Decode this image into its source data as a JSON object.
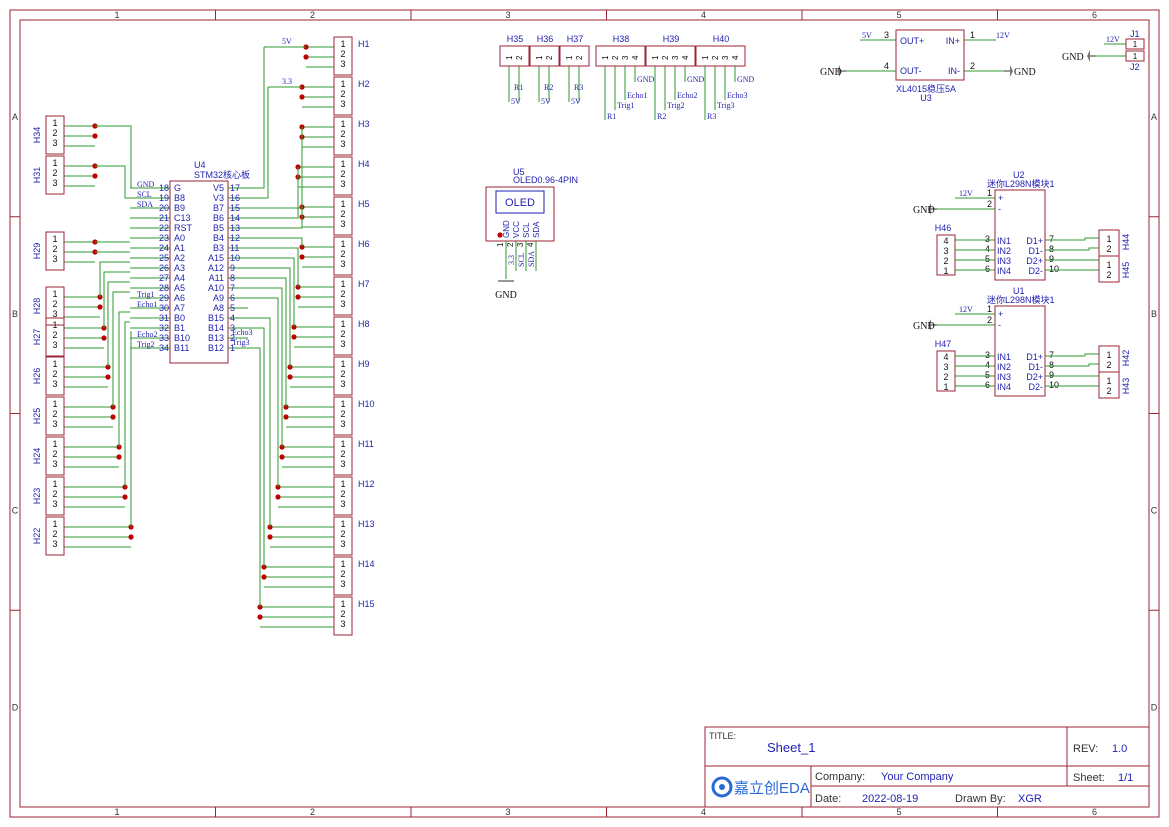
{
  "frame": {
    "col_labels": [
      "1",
      "2",
      "3",
      "4",
      "5",
      "6"
    ],
    "row_labels": [
      "A",
      "B",
      "C",
      "D"
    ],
    "border_color": "#9b2335",
    "wire_color": "#2e9b2e",
    "part_color": "#9b2335",
    "text_color": "#1f1fb0"
  },
  "title_block": {
    "title_label": "TITLE:",
    "title_value": "Sheet_1",
    "rev_label": "REV:",
    "rev_value": "1.0",
    "company_label": "Company:",
    "company_value": "Your Company",
    "sheet_label": "Sheet:",
    "sheet_value": "1/1",
    "date_label": "Date:",
    "date_value": "2022-08-19",
    "drawn_label": "Drawn By:",
    "drawn_value": "XGR",
    "logo_text": "嘉立创EDA"
  },
  "mcu": {
    "ref": "U4",
    "name": "STM32核心板",
    "left_pins": [
      {
        "num": "18",
        "name": "G",
        "net": "GND"
      },
      {
        "num": "19",
        "name": "B8",
        "net": "SCL"
      },
      {
        "num": "20",
        "name": "B9",
        "net": "SDA"
      },
      {
        "num": "21",
        "name": "C13",
        "net": ""
      },
      {
        "num": "22",
        "name": "RST",
        "net": ""
      },
      {
        "num": "23",
        "name": "A0",
        "net": ""
      },
      {
        "num": "24",
        "name": "A1",
        "net": ""
      },
      {
        "num": "25",
        "name": "A2",
        "net": ""
      },
      {
        "num": "26",
        "name": "A3",
        "net": ""
      },
      {
        "num": "27",
        "name": "A4",
        "net": ""
      },
      {
        "num": "28",
        "name": "A5",
        "net": ""
      },
      {
        "num": "29",
        "name": "A6",
        "net": "Trig1"
      },
      {
        "num": "30",
        "name": "A7",
        "net": "Echo1"
      },
      {
        "num": "31",
        "name": "B0",
        "net": ""
      },
      {
        "num": "32",
        "name": "B1",
        "net": ""
      },
      {
        "num": "33",
        "name": "B10",
        "net": "Echo2"
      },
      {
        "num": "34",
        "name": "B11",
        "net": "Trig2"
      }
    ],
    "right_pins": [
      {
        "num": "17",
        "name": "V5",
        "net": ""
      },
      {
        "num": "16",
        "name": "V3",
        "net": ""
      },
      {
        "num": "15",
        "name": "B7",
        "net": ""
      },
      {
        "num": "14",
        "name": "B6",
        "net": ""
      },
      {
        "num": "13",
        "name": "B5",
        "net": ""
      },
      {
        "num": "12",
        "name": "B4",
        "net": ""
      },
      {
        "num": "11",
        "name": "B3",
        "net": ""
      },
      {
        "num": "10",
        "name": "A15",
        "net": ""
      },
      {
        "num": "9",
        "name": "A12",
        "net": ""
      },
      {
        "num": "8",
        "name": "A11",
        "net": ""
      },
      {
        "num": "7",
        "name": "A10",
        "net": ""
      },
      {
        "num": "6",
        "name": "A9",
        "net": ""
      },
      {
        "num": "5",
        "name": "A8",
        "net": ""
      },
      {
        "num": "4",
        "name": "B15",
        "net": ""
      },
      {
        "num": "3",
        "name": "B14",
        "net": "Echo3"
      },
      {
        "num": "2",
        "name": "B13",
        "net": "Trig3"
      },
      {
        "num": "1",
        "name": "B12",
        "net": ""
      }
    ]
  },
  "left_headers": [
    "H34",
    "H31",
    "H29",
    "H28",
    "H27",
    "H26",
    "H25",
    "H24",
    "H23",
    "H22"
  ],
  "right_headers": [
    "H1",
    "H2",
    "H3",
    "H4",
    "H5",
    "H6",
    "H7",
    "H8",
    "H9",
    "H10",
    "H11",
    "H12",
    "H13",
    "H14",
    "H15"
  ],
  "power_labels": {
    "h1": "5V",
    "h2": "3.3"
  },
  "pin_numbers": [
    "1",
    "2",
    "3"
  ],
  "top_headers": {
    "small": [
      {
        "ref": "H35",
        "pins": [
          "1",
          "2"
        ],
        "nets": [
          "R1",
          "5V"
        ]
      },
      {
        "ref": "H36",
        "pins": [
          "1",
          "2"
        ],
        "nets": [
          "R2",
          "5V"
        ]
      },
      {
        "ref": "H37",
        "pins": [
          "1",
          "2"
        ],
        "nets": [
          "R3",
          "5V"
        ]
      }
    ],
    "quad": [
      {
        "ref": "H38",
        "pins": [
          "1",
          "2",
          "3",
          "4"
        ],
        "nets": [
          "R1",
          "Trig1",
          "Echo1",
          "GND"
        ]
      },
      {
        "ref": "H39",
        "pins": [
          "1",
          "2",
          "3",
          "4"
        ],
        "nets": [
          "R2",
          "Trig2",
          "Echo2",
          "GND"
        ]
      },
      {
        "ref": "H40",
        "pins": [
          "1",
          "2",
          "3",
          "4"
        ],
        "nets": [
          "R3",
          "Trig3",
          "Echo3",
          "GND"
        ]
      }
    ]
  },
  "oled": {
    "ref": "U5",
    "name": "OLED0.96-4PIN",
    "screen": "OLED",
    "pins": [
      "GND",
      "VCC",
      "SCL",
      "SDA"
    ],
    "pin_nums": [
      "1",
      "2",
      "3",
      "4"
    ],
    "nets": [
      "3.3",
      "SCL",
      "SDA"
    ],
    "gnd": "GND"
  },
  "regulator": {
    "ref": "U3",
    "name": "XL4015稳压5A",
    "pins": [
      {
        "num": "3",
        "name": "OUT+",
        "net": "5V"
      },
      {
        "num": "4",
        "name": "OUT-",
        "net": "GND"
      },
      {
        "num": "1",
        "name": "IN+",
        "net": "12V"
      },
      {
        "num": "2",
        "name": "IN-",
        "net": "GND"
      }
    ]
  },
  "jack": {
    "refs": [
      "J1",
      "J2"
    ],
    "pins": [
      "1",
      "1"
    ],
    "net": "12V",
    "gnd": "GND"
  },
  "drivers": [
    {
      "ref": "U2",
      "name": "迷你L298N模块1",
      "header": "H46",
      "out_a": "H44",
      "out_b": "H45",
      "power_pins": [
        {
          "num": "1",
          "name": "+",
          "net": "12V"
        },
        {
          "num": "2",
          "name": "-",
          "net": "GND"
        }
      ],
      "in_pins": [
        {
          "num": "3",
          "name": "IN1"
        },
        {
          "num": "4",
          "name": "IN2"
        },
        {
          "num": "5",
          "name": "IN3"
        },
        {
          "num": "6",
          "name": "IN4"
        }
      ],
      "out_pins": [
        {
          "num": "7",
          "name": "D1+"
        },
        {
          "num": "8",
          "name": "D1-"
        },
        {
          "num": "9",
          "name": "D2+"
        },
        {
          "num": "10",
          "name": "D2-"
        }
      ],
      "header_pins": [
        "4",
        "3",
        "2",
        "1"
      ]
    },
    {
      "ref": "U1",
      "name": "迷你L298N模块1",
      "header": "H47",
      "out_a": "H42",
      "out_b": "H43",
      "power_pins": [
        {
          "num": "1",
          "name": "+",
          "net": "12V"
        },
        {
          "num": "2",
          "name": "-",
          "net": "GND"
        }
      ],
      "in_pins": [
        {
          "num": "3",
          "name": "IN1"
        },
        {
          "num": "4",
          "name": "IN2"
        },
        {
          "num": "5",
          "name": "IN3"
        },
        {
          "num": "6",
          "name": "IN4"
        }
      ],
      "out_pins": [
        {
          "num": "7",
          "name": "D1+"
        },
        {
          "num": "8",
          "name": "D1-"
        },
        {
          "num": "9",
          "name": "D2+"
        },
        {
          "num": "10",
          "name": "D2-"
        }
      ],
      "header_pins": [
        "4",
        "3",
        "2",
        "1"
      ]
    }
  ],
  "two_pin_labels": [
    "1",
    "2"
  ]
}
